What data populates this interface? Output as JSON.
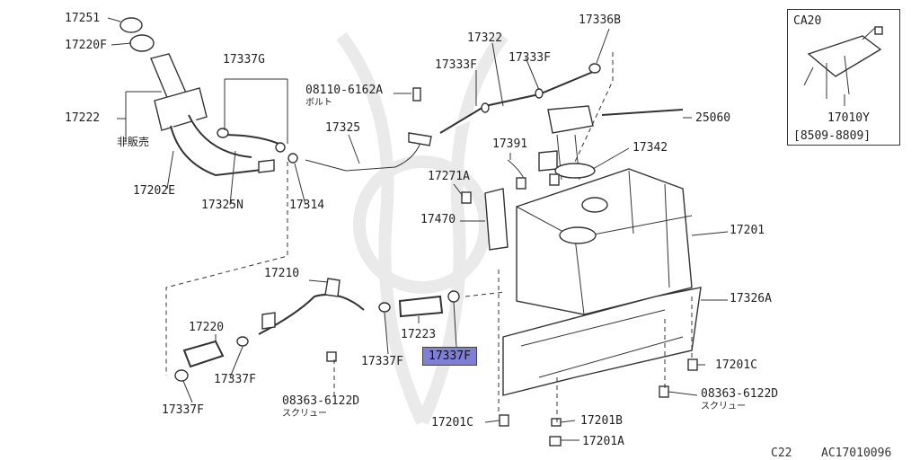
{
  "callouts": {
    "p17251": "17251",
    "p17220F": "17220F",
    "p17222": "17222",
    "hanbai_bai": "非販売",
    "p17202E": "17202E",
    "p17325N": "17325N",
    "p17337G": "17337G",
    "p17314": "17314",
    "p08110_6162A": "08110-6162A",
    "bolt_jp": "ボルト",
    "p17325": "17325",
    "p17322": "17322",
    "p17333F_a": "17333F",
    "p17333F_b": "17333F",
    "p17336B": "17336B",
    "p25060": "25060",
    "p17391": "17391",
    "p17342": "17342",
    "p17271A": "17271A",
    "p17470": "17470",
    "p17201": "17201",
    "p17326A": "17326A",
    "p17210": "17210",
    "p17220": "17220",
    "p17223": "17223",
    "p17337F_a": "17337F",
    "p17337F_b": "17337F",
    "p17337F_c": "17337F",
    "p17337F_highlight": "17337F",
    "p08363_6122D_a": "08363-6122D",
    "screw_jp_a": "スクリュー",
    "p08363_6122D_b": "08363-6122D",
    "screw_jp_b": "スクリュー",
    "p17201C_a": "17201C",
    "p17201C_b": "17201C",
    "p17201B": "17201B",
    "p17201A": "17201A"
  },
  "inset": {
    "title": "CA20",
    "part": "17010Y",
    "range": "[8509-8809]"
  },
  "footer": {
    "model": "C22",
    "code": "AC17010096"
  },
  "colors": {
    "highlight": "#7f7fd8",
    "line": "#333333"
  }
}
